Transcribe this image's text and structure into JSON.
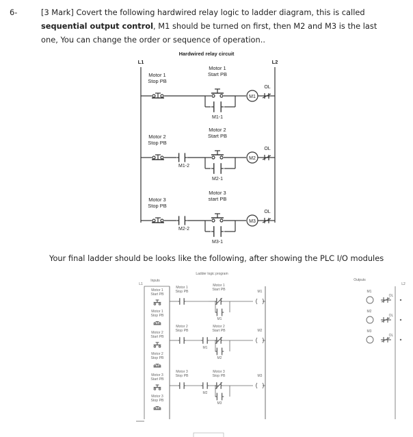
{
  "question": {
    "number": "6-",
    "line1": "[3 Mark] Covert the following hardwired relay logic to ladder diagram, this is called",
    "line2_bold": "sequential output control",
    "line2_rest": ", M1 should be turned on first, then M2 and M3 is the last",
    "line3": "one, You can change the order or sequence of operation..",
    "after_text": "Your final ladder should be looks like the following, after showing the PLC I/O modules"
  },
  "hardwired": {
    "title": "Hardwired relay circuit",
    "rail_left": "L1",
    "rail_right": "L2",
    "rungs": [
      {
        "stop_label": [
          "Motor 1",
          "Stop PB"
        ],
        "start_label": [
          "Motor 1",
          "Start PB"
        ],
        "contact_label": "",
        "hold_label": "M1-1",
        "coil": "M1",
        "ol": "OL"
      },
      {
        "stop_label": [
          "Motor 2",
          "Stop PB"
        ],
        "start_label": [
          "Motor 2",
          "Start PB"
        ],
        "contact_label": "M1-2",
        "hold_label": "M2-1",
        "coil": "M2",
        "ol": "OL"
      },
      {
        "stop_label": [
          "Motor 3",
          "Stop PB"
        ],
        "start_label": [
          "Motor 3",
          "start PB"
        ],
        "contact_label": "M2-2",
        "hold_label": "M3-1",
        "coil": "M3",
        "ol": "OL"
      }
    ]
  },
  "ladder": {
    "title": "Ladder logic program",
    "inputs_label": "Inputs",
    "outputs_label": "Outputs",
    "rail_left": "L1",
    "rail_right": "L2",
    "input_devices": [
      [
        "Motor 1",
        "Start PB"
      ],
      [
        "Motor 1",
        "Stop PB"
      ],
      [
        "Motor 2",
        "Start PB"
      ],
      [
        "Motor 2",
        "Stop PB"
      ],
      [
        "Motor 3",
        "Start PB"
      ],
      [
        "Motor 3",
        "Stop PB"
      ]
    ],
    "rungs": [
      {
        "stop_label": [
          "Motor 1",
          "Stop PB"
        ],
        "start_label": [
          "Motor 1",
          "Start PB"
        ],
        "contact_label": "",
        "hold_label": "M1",
        "coil": "M1"
      },
      {
        "stop_label": [
          "Motor 2",
          "Stop PB"
        ],
        "start_label": [
          "Motor 2",
          "Start PB"
        ],
        "contact_label": "M1",
        "hold_label": "M2",
        "coil": "M2"
      },
      {
        "stop_label": [
          "Motor 3",
          "Stop PB"
        ],
        "start_label": [
          "Motor 3",
          "Stop PB"
        ],
        "contact_label": "M2",
        "hold_label": "M3",
        "coil": "M3"
      }
    ],
    "outputs": [
      {
        "name": "M1",
        "ol": "OL"
      },
      {
        "name": "M2",
        "ol": "OL"
      },
      {
        "name": "M3",
        "ol": "OL"
      }
    ]
  }
}
